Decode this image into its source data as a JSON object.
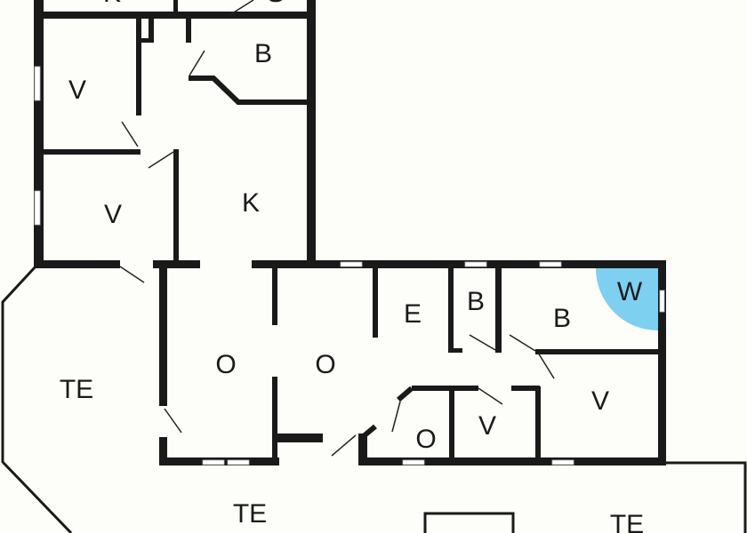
{
  "floor_plan": {
    "highlight_color": "#7dd0f0",
    "wall_color": "#1a1a1a",
    "rooms": [
      {
        "label": "K"
      },
      {
        "label": "S"
      },
      {
        "label": "V"
      },
      {
        "label": "B"
      },
      {
        "label": "V"
      },
      {
        "label": "K"
      },
      {
        "label": "TE"
      },
      {
        "label": "O"
      },
      {
        "label": "O"
      },
      {
        "label": "E"
      },
      {
        "label": "B"
      },
      {
        "label": "B"
      },
      {
        "label": "W"
      },
      {
        "label": "V"
      },
      {
        "label": "O"
      },
      {
        "label": "V"
      },
      {
        "label": "TE"
      },
      {
        "label": "TE"
      }
    ]
  }
}
